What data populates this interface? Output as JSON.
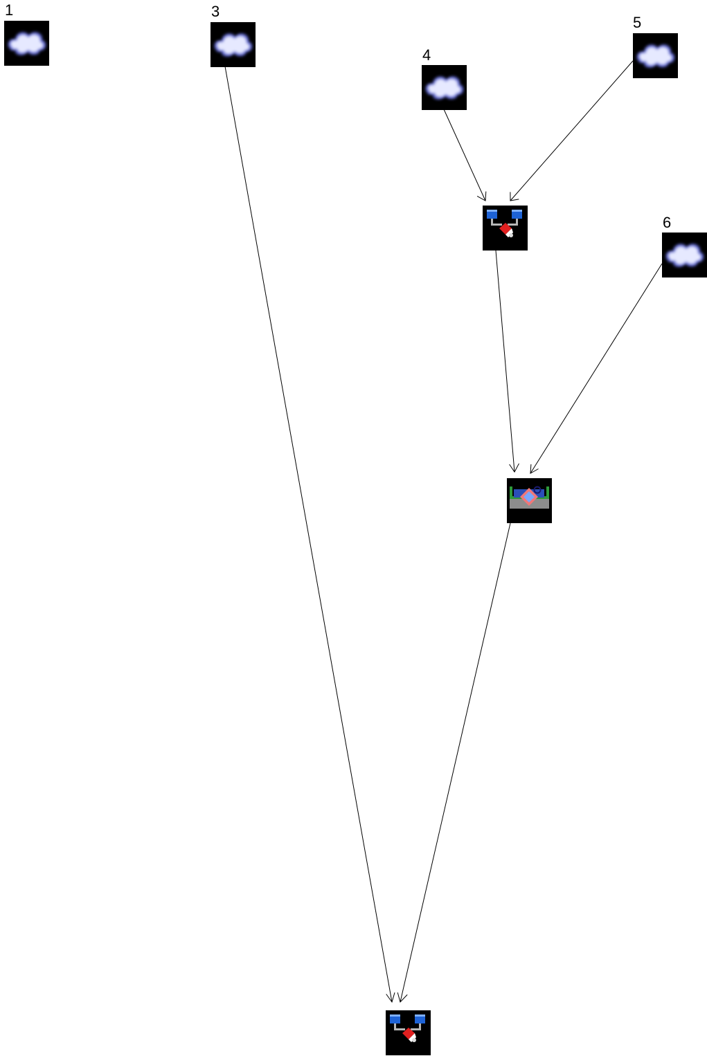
{
  "diagram": {
    "nodes": [
      {
        "id": "n1",
        "label": "1",
        "icon": "cloud-icon"
      },
      {
        "id": "n3",
        "label": "3",
        "icon": "cloud-icon"
      },
      {
        "id": "n4",
        "label": "4",
        "icon": "cloud-icon"
      },
      {
        "id": "n5",
        "label": "5",
        "icon": "cloud-icon"
      },
      {
        "id": "n6",
        "label": "6",
        "icon": "cloud-icon"
      },
      {
        "id": "m1",
        "label": "",
        "icon": "merge-icon"
      },
      {
        "id": "p1",
        "label": "",
        "icon": "process-icon"
      },
      {
        "id": "m2",
        "label": "",
        "icon": "merge-icon"
      }
    ],
    "edges": [
      {
        "from": "n4",
        "to": "m1"
      },
      {
        "from": "n5",
        "to": "m1"
      },
      {
        "from": "m1",
        "to": "p1"
      },
      {
        "from": "n6",
        "to": "p1"
      },
      {
        "from": "n3",
        "to": "m2"
      },
      {
        "from": "p1",
        "to": "m2"
      }
    ],
    "colors": {
      "icon_background": "#000000",
      "cloud": "#e6e9ff",
      "cloud_shadow": "#5a62c8",
      "merge_blue": "#1e63d6",
      "merge_red": "#e02020",
      "process_green": "#2e9a3a",
      "process_blue": "#2b4fb8",
      "process_pink": "#f07878",
      "edge": "#000000"
    }
  }
}
